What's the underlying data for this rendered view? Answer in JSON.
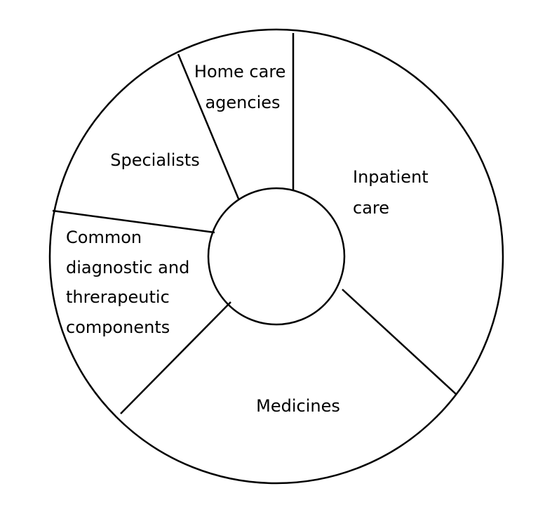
{
  "diagram": {
    "segments": [
      {
        "id": "home-care-agencies",
        "lines": [
          "Home care",
          "agencies"
        ]
      },
      {
        "id": "inpatient-care",
        "lines": [
          "Inpatient",
          "care"
        ]
      },
      {
        "id": "medicines",
        "lines": [
          "Medicines"
        ]
      },
      {
        "id": "common-diagnostic",
        "lines": [
          "Common",
          "diagnostic and",
          "threrapeutic",
          "components"
        ]
      },
      {
        "id": "specialists",
        "lines": [
          "Specialists"
        ]
      }
    ]
  },
  "colors": {
    "stroke": "#000000",
    "background": "#ffffff",
    "text": "#000000"
  }
}
